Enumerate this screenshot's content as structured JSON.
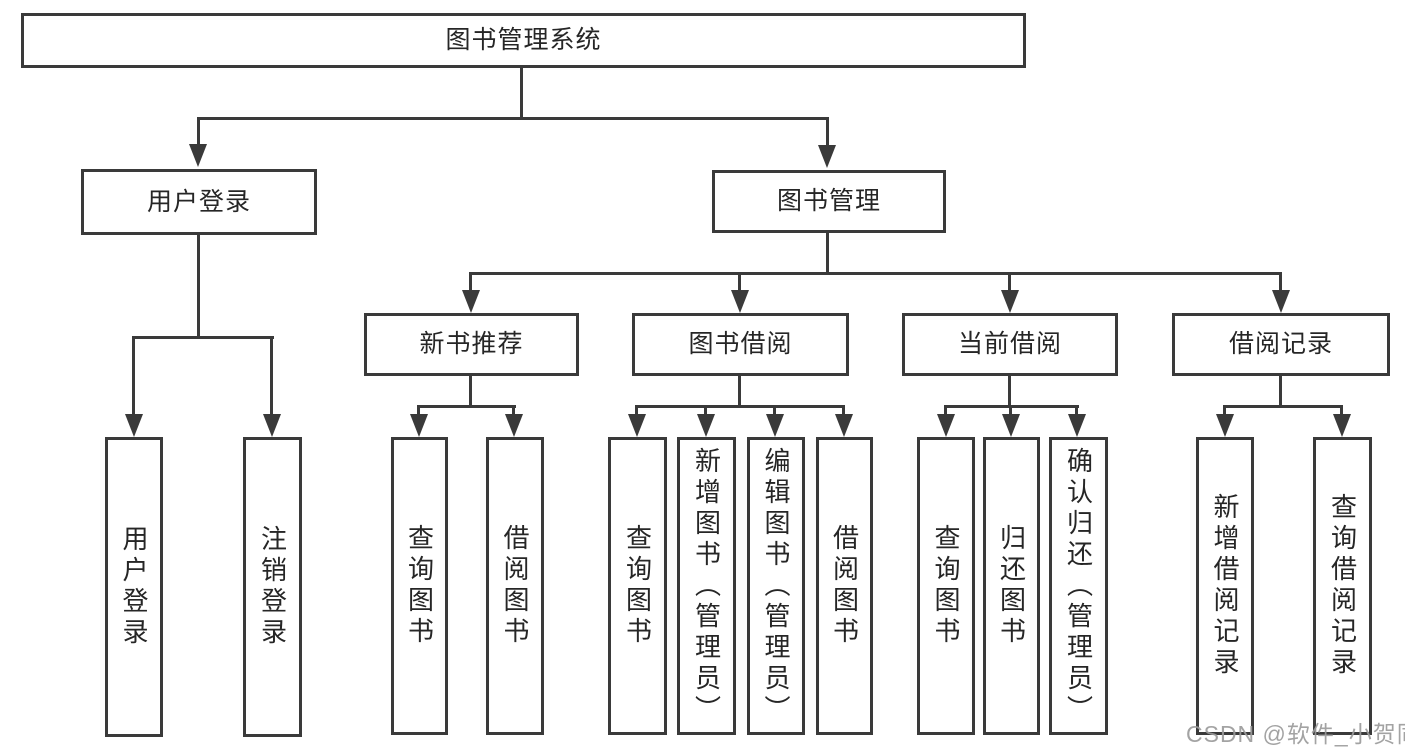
{
  "tree": {
    "root": "图书管理系统",
    "branches": [
      {
        "label": "用户登录",
        "children": [
          "用户登录",
          "注销登录"
        ]
      },
      {
        "label": "图书管理",
        "children": [
          {
            "label": "新书推荐",
            "children": [
              "查询图书",
              "借阅图书"
            ]
          },
          {
            "label": "图书借阅",
            "children": [
              "查询图书",
              "新增图书（管理员）",
              "编辑图书（管理员）",
              "借阅图书"
            ]
          },
          {
            "label": "当前借阅",
            "children": [
              "查询图书",
              "归还图书",
              "确认归还（管理员）"
            ]
          },
          {
            "label": "借阅记录",
            "children": [
              "新增借阅记录",
              "查询借阅记录"
            ]
          }
        ]
      }
    ]
  },
  "watermark": {
    "text": "CSDN @软件_小贺同学"
  },
  "style": {
    "background": "#ffffff",
    "line_color": "#3a3a3a",
    "box_border_color": "#3a3a3a",
    "text_color": "#262626",
    "watermark_color": "#9b9b9b",
    "arrow_shape": "solid-triangle-down"
  }
}
